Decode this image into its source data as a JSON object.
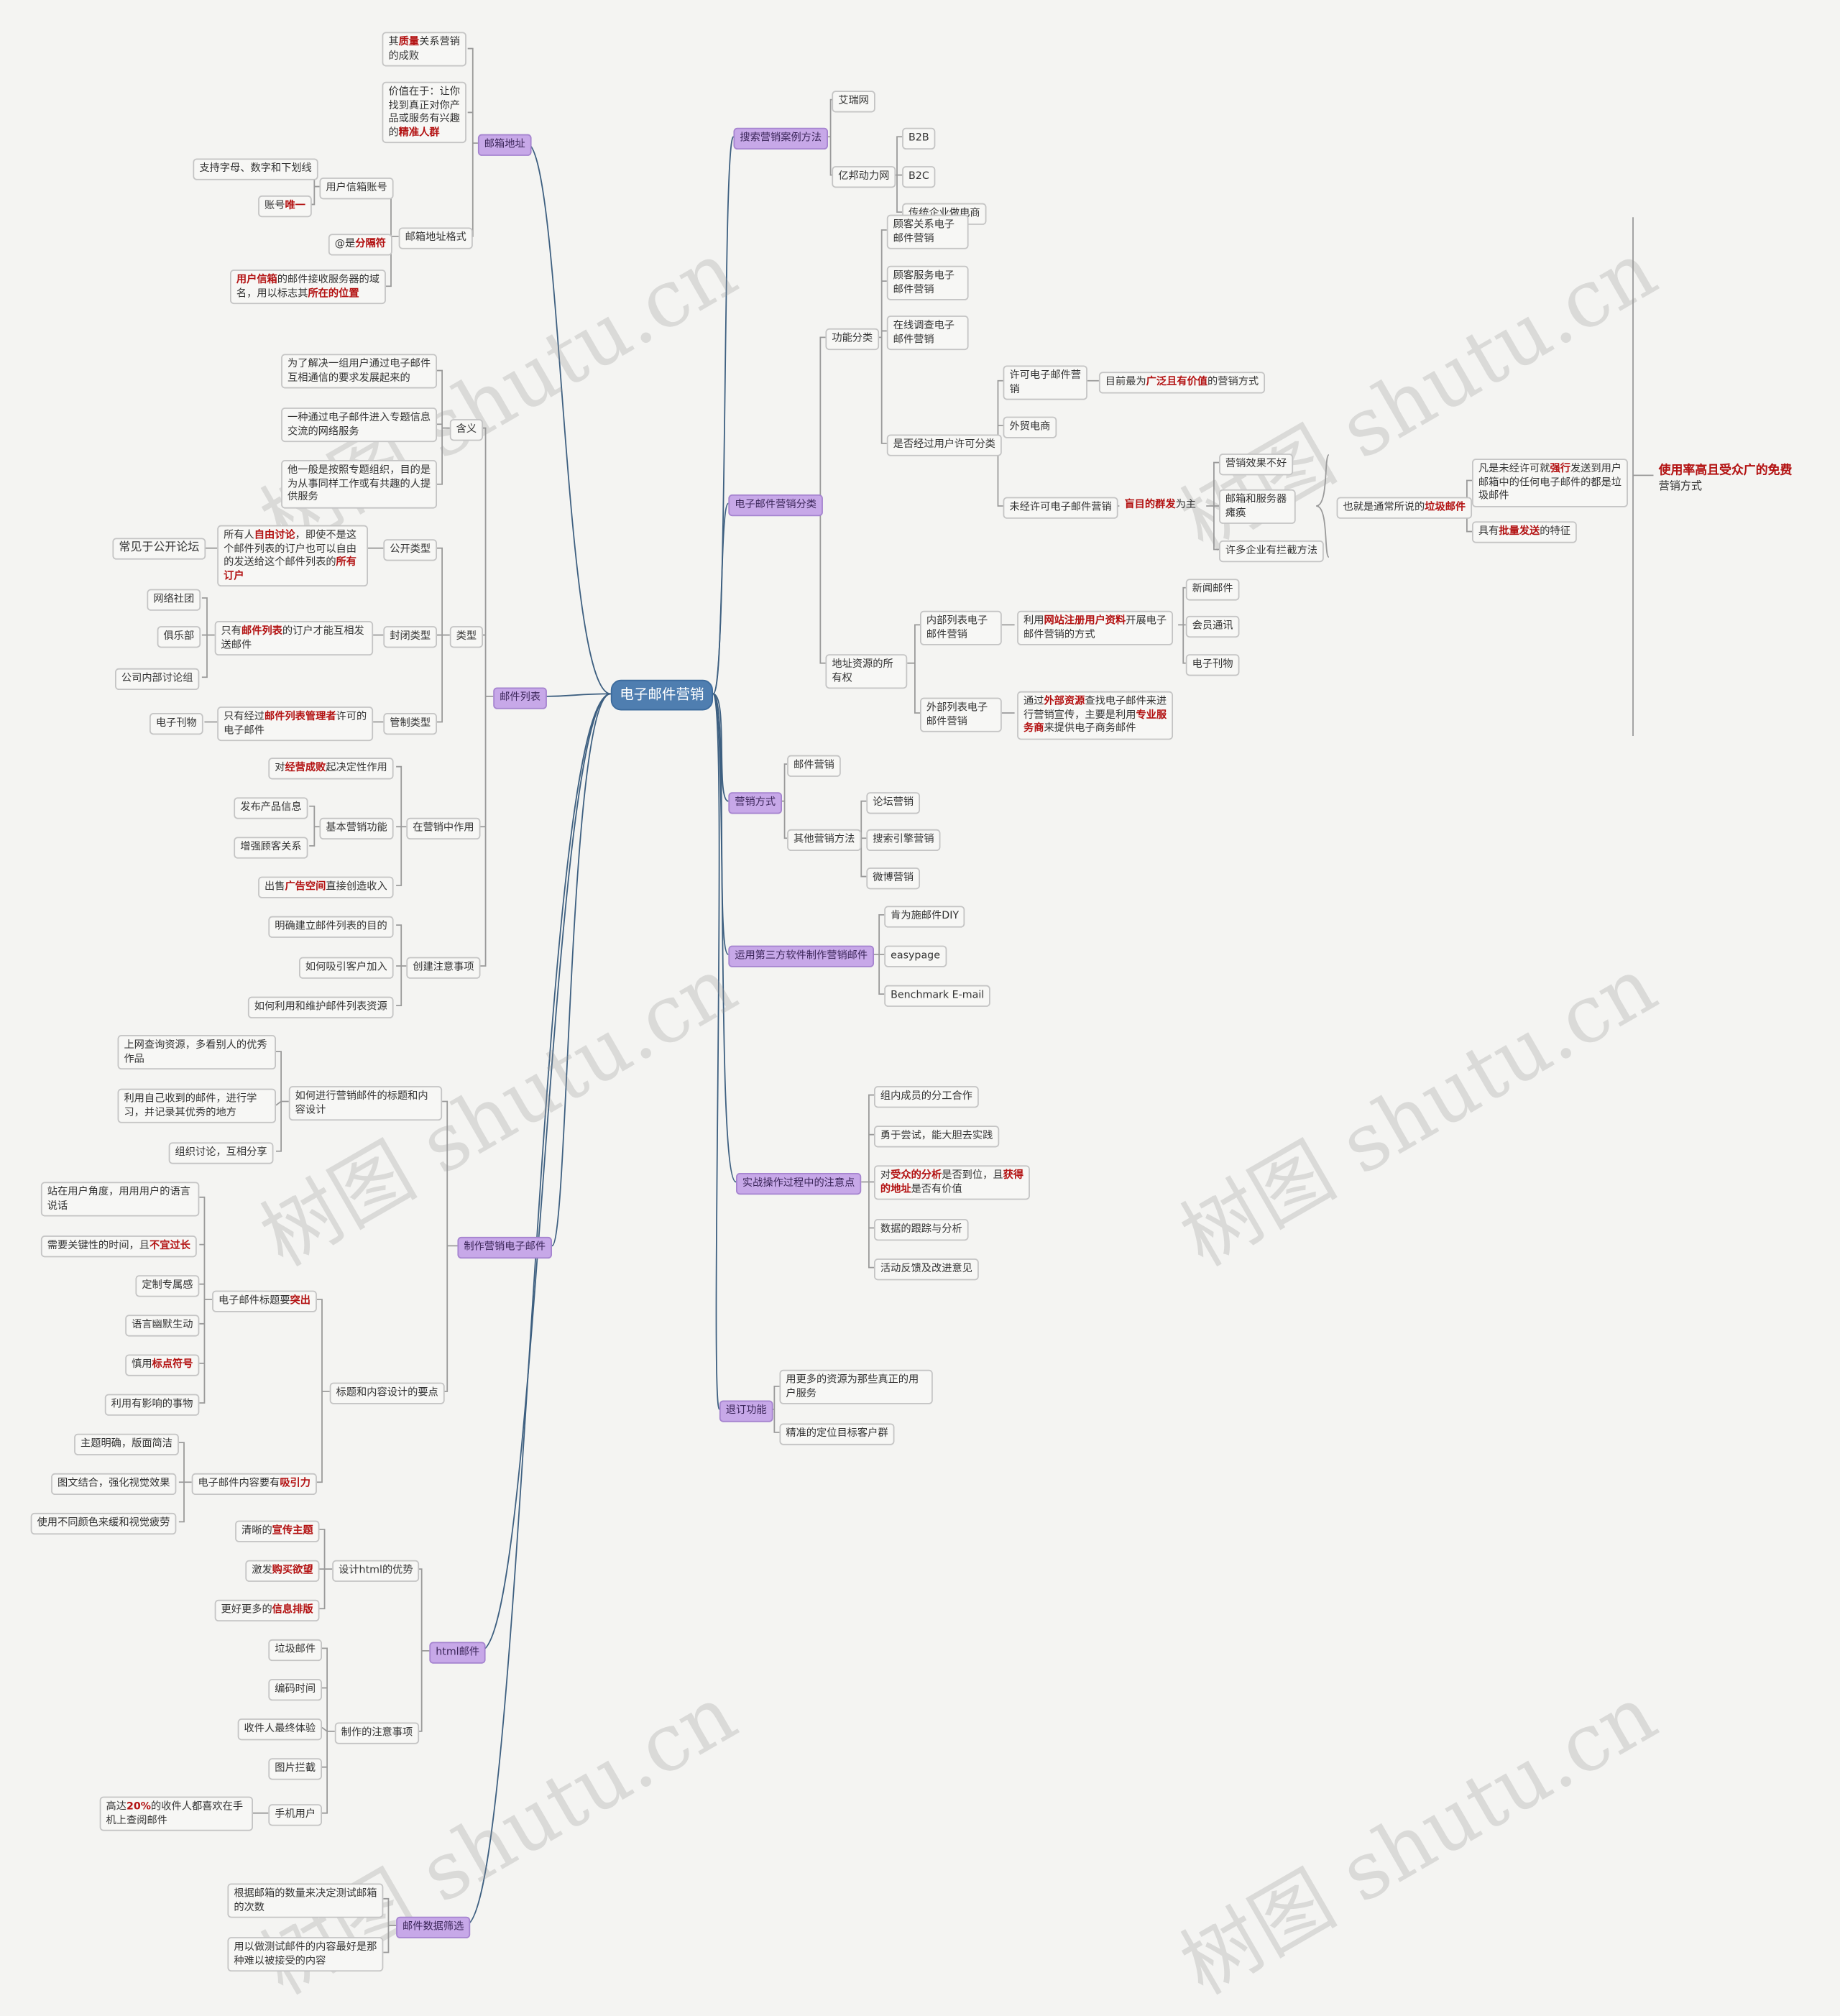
{
  "watermark": "树图 shutu.cn",
  "root": "电子邮件营销",
  "right": {
    "search_cases": "搜索营销案例方法",
    "aisrui": "艾瑞网",
    "yibang": "亿邦动力网",
    "b2b": "B2B",
    "b2c": "B2C",
    "traditional": "传统企业做电商",
    "classification": "电子邮件营销分类",
    "func_class": "功能分类",
    "f1": "顾客关系电子邮件营销",
    "f2": "顾客服务电子邮件营销",
    "f3": "在线调查电子邮件营销",
    "permit": "是否经过用户许可分类",
    "p1": "许可电子邮件营销",
    "p1_note": [
      "目前最为",
      "广泛且有价值",
      "的营销方式"
    ],
    "p2": "外贸电商",
    "p3": "未经许可电子邮件营销",
    "blind": [
      "盲目的群发",
      "为主"
    ],
    "bad1": "营销效果不好",
    "bad2": "邮箱和服务器瘫痪",
    "bad3": "许多企业有拦截方法",
    "spam": [
      "也就是通常所说的",
      "垃圾邮件"
    ],
    "spam1": [
      "凡是未经许可就",
      "强行",
      "发送到用户邮箱中的任何电子邮件的都是垃圾邮件"
    ],
    "spam2": [
      "具有",
      "批量发送",
      "的特征"
    ],
    "big_title": "使用率高且受众广的免费",
    "big_sub": "营销方式",
    "address_res": "地址资源的所有权",
    "inner": "内部列表电子邮件营销",
    "inner_desc": [
      "利用",
      "网站注册用户资料",
      "开展电子邮件营销的方式"
    ],
    "news": "新闻邮件",
    "member": "会员通讯",
    "emag": "电子刊物",
    "outer": "外部列表电子邮件营销",
    "outer_desc": [
      "通过",
      "外部资源",
      "查找电子邮件来进行营销宣传，主要是利用",
      "专业服务商",
      "来提供电子商务邮件"
    ],
    "methods": "营销方式",
    "mail_mkt": "邮件营销",
    "other_mkt": "其他营销方法",
    "forum": "论坛营销",
    "se": "搜索引擎营销",
    "weibo": "微博营销",
    "third": "运用第三方软件制作营销邮件",
    "t1": "肯为施邮件DIY",
    "t2": "easypage",
    "t3": "Benchmark E-mail",
    "practice": "实战操作过程中的注意点",
    "pr1": "组内成员的分工合作",
    "pr2": "勇于尝试，能大胆去实践",
    "pr3": [
      "对",
      "受众的分析",
      "是否到位，且",
      "获得的地址",
      "是否有价值"
    ],
    "pr4": "数据的跟踪与分析",
    "pr5": "活动反馈及改进意见",
    "subscribe": "退订功能",
    "s1": "用更多的资源为那些真正的用户服务",
    "s2": "精准的定位目标客户群"
  },
  "left": {
    "mailbox": "邮箱地址",
    "mb1": [
      "其",
      "质量",
      "关系营销的成败"
    ],
    "mb2": [
      "价值在于：让你找到真正对你产品或服务有兴趣的",
      "精准人群"
    ],
    "format": "邮箱地址格式",
    "account": "用户信箱账号",
    "a1": "支持字母、数字和下划线",
    "a2": [
      "账号",
      "唯一"
    ],
    "at": [
      "@是",
      "分隔符"
    ],
    "domain": [
      "用户信箱",
      "的邮件接收服务器的域名，用以标志其",
      "所在的位置"
    ],
    "maillist": "邮件列表",
    "meaning": "含义",
    "m1": "为了解决一组用户通过电子邮件互相通信的要求发展起来的",
    "m2": "一种通过电子邮件进入专题信息交流的网络服务",
    "m3": "他一般是按照专题组织，目的是为从事同样工作或有共趣的人提供服务",
    "types": "类型",
    "open": "公开类型",
    "open_desc": [
      "所有人",
      "自由讨论",
      "，即使不是这个邮件列表的订户也可以自由的发送给这个邮件列表的",
      "所有订户"
    ],
    "open_ex": "常见于公开论坛",
    "closed": "封闭类型",
    "closed_desc": [
      "只有",
      "邮件列表",
      "的订户才能互相发送邮件"
    ],
    "c1": "网络社团",
    "c2": "俱乐部",
    "c3": "公司内部讨论组",
    "managed": "管制类型",
    "managed_desc": [
      "只有经过",
      "邮件列表管理者",
      "许可的电子邮件"
    ],
    "managed_ex": "电子刊物",
    "role": "在营销中作用",
    "r1": [
      "对",
      "经营成败",
      "起决定性作用"
    ],
    "basic": "基本营销功能",
    "b1": "发布产品信息",
    "b2": "增强顾客关系",
    "r2": [
      "出售",
      "广告空间",
      "直接创造收入"
    ],
    "create": "创建注意事项",
    "cr1": "明确建立邮件列表的目的",
    "cr2": "如何吸引客户加入",
    "cr3": "如何利用和维护邮件列表资源",
    "make": "制作营销电子邮件",
    "design": "如何进行营销邮件的标题和内容设计",
    "d1": "上网查询资源，多看别人的优秀作品",
    "d2": "利用自己收到的邮件，进行学习，并记录其优秀的地方",
    "d3": "组织讨论，互相分享",
    "points": "标题和内容设计的要点",
    "title_pt": [
      "电子邮件标题要",
      "突出"
    ],
    "tp1": "站在用户角度，用用用户的语言说话",
    "tp2": [
      "需要关键性的时间，且",
      "不宜过长"
    ],
    "tp3": "定制专属感",
    "tp4": "语言幽默生动",
    "tp5": [
      "慎用",
      "标点符号"
    ],
    "tp6": "利用有影响的事物",
    "content_pt": [
      "电子邮件内容要有",
      "吸引力"
    ],
    "cp1": "主题明确，版面简洁",
    "cp2": "图文结合，强化视觉效果",
    "cp3": "使用不同颜色来缓和视觉疲劳",
    "html": "html邮件",
    "adv": "设计html的优势",
    "h1": [
      "清晰的",
      "宣传主题"
    ],
    "h2": [
      "激发",
      "购买欲望"
    ],
    "h3": [
      "更好更多的",
      "信息排版"
    ],
    "notes": "制作的注意事项",
    "n1": "垃圾邮件",
    "n2": "编码时间",
    "n3": "收件人最终体验",
    "n4": "图片拦截",
    "n5": "手机用户",
    "n5d": [
      "高达",
      "20%",
      "的收件人都喜欢在手机上查阅邮件"
    ],
    "filter": "邮件数据筛选",
    "fl1": "根据邮箱的数量来决定测试邮箱的次数",
    "fl2": "用以做测试邮件的内容最好是那种难以被接受的内容"
  }
}
